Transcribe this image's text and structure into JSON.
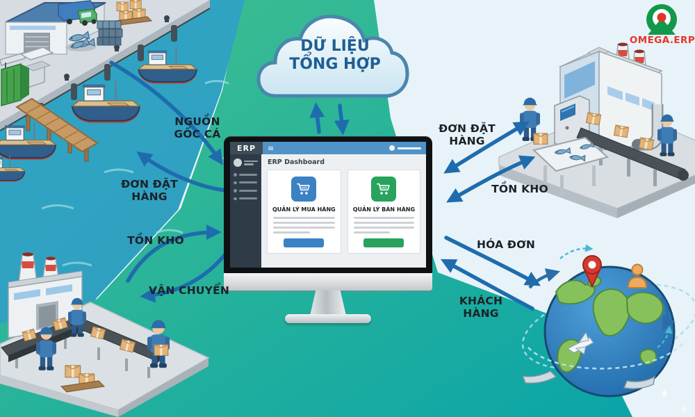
{
  "logo": {
    "text": "OMEGA.ERP",
    "ring_color": "#12984a",
    "dot_color": "#e03428",
    "text_color": "#e5352b"
  },
  "cloud": {
    "line1": "DỮ LIỆU",
    "line2": "TỔNG HỢP"
  },
  "flow_labels": {
    "fish_origin": {
      "line1": "NGUỒN",
      "line2": "GỐC CÁ"
    },
    "order_left": {
      "line1": "ĐƠN ĐẶT",
      "line2": "HÀNG"
    },
    "inventory_left": {
      "line1": "TỒN KHO"
    },
    "shipping": {
      "line1": "VẬN CHUYỂN"
    },
    "order_right": {
      "line1": "ĐƠN ĐẶT",
      "line2": "HÀNG"
    },
    "inventory_right": {
      "line1": "TỒN KHO"
    },
    "invoice": {
      "line1": "HÓA ĐƠN"
    },
    "customer": {
      "line1": "KHÁCH",
      "line2": "HÀNG"
    }
  },
  "monitor": {
    "brand": "ERP",
    "menu_icon": "≡",
    "page_title": "ERP Dashboard",
    "cards": [
      {
        "title": "QUẢN LÝ MUA HÀNG",
        "accent_color": "#3b82c4",
        "icon": "cart-icon"
      },
      {
        "title": "QUẢN LÝ BÁN HÀNG",
        "accent_color": "#27a35e",
        "icon": "cart-icon"
      }
    ]
  },
  "palette": {
    "water": "#35aac6",
    "green": "#3ec08c",
    "teal": "#0ba4a6",
    "sky": "#e7f3f8",
    "arrow_blue": "#1e6cae",
    "label_text": "#1b2228",
    "cloud_outline": "#4a86ad"
  },
  "icons": {
    "cart": "cart-icon",
    "menu": "hamburger-icon",
    "map_pin": "map-pin-icon",
    "person": "person-icon",
    "plane": "plane-icon"
  }
}
